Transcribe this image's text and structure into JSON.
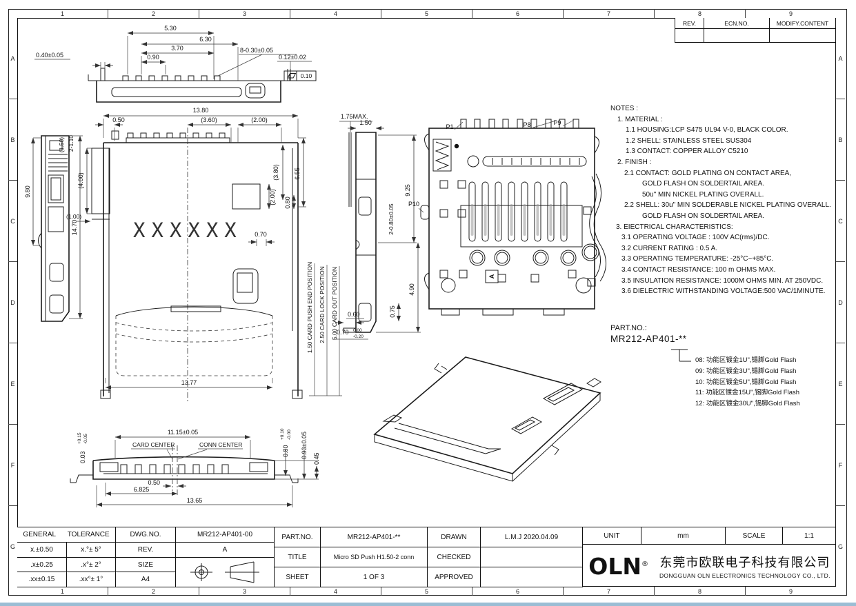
{
  "sheet": {
    "zone_cols": [
      "1",
      "2",
      "3",
      "4",
      "5",
      "6",
      "7",
      "8",
      "9"
    ],
    "zone_rows": [
      "A",
      "B",
      "C",
      "D",
      "E",
      "F",
      "G"
    ],
    "line_color": "#1c1c1c",
    "bg_color": "#ffffff",
    "accent_strip_color": "#9bbdd4"
  },
  "revision_table": {
    "col_rev": "REV.",
    "col_ecn": "ECN.NO.",
    "col_modify": "MODIFY.CONTENT"
  },
  "notes": {
    "lines": [
      {
        "t": "NOTES :",
        "i": 0
      },
      {
        "t": "1. MATERIAL :",
        "i": 10
      },
      {
        "t": "1.1 HOUSING:LCP S475 UL94 V-0, BLACK COLOR.",
        "i": 22
      },
      {
        "t": "1.2 SHELL: STAINLESS STEEL SUS304",
        "i": 22
      },
      {
        "t": "1.3 CONTACT: COPPER ALLOY C5210",
        "i": 22
      },
      {
        "t": "2. FINISH :",
        "i": 10
      },
      {
        "t": "2.1 CONTACT: GOLD PLATING ON CONTACT AREA,",
        "i": 20
      },
      {
        "t": "GOLD FLASH ON SOLDERTAIL AREA.",
        "i": 46
      },
      {
        "t": "50u\" MIN NICKEL PLATING OVERALL.",
        "i": 46
      },
      {
        "t": "2.2 SHELL: 30u\" MIN SOLDERABLE NICKEL PLATING OVERALL.",
        "i": 20
      },
      {
        "t": "GOLD FLASH ON SOLDERTAIL AREA.",
        "i": 46
      },
      {
        "t": "3. EIECTRICAL CHARACTERISTICS:",
        "i": 8
      },
      {
        "t": "3.1 OPERATING VOLTAGE : 100V AC(rms)/DC.",
        "i": 16
      },
      {
        "t": "3.2 CURRENT RATING : 0.5 A.",
        "i": 16
      },
      {
        "t": "3.3 OPERATING TEMPERATURE: -25°C~+85°C.",
        "i": 16
      },
      {
        "t": "3.4 CONTACT RESISTANCE: 100 m OHMS MAX.",
        "i": 16
      },
      {
        "t": "3.5 INSULATION RESISTANCE: 1000M OHMS MIN. AT 250VDC.",
        "i": 16
      },
      {
        "t": "3.6 DIELECTRIC WITHSTANDING VOLTAGE:500 VAC/1MINUTE.",
        "i": 16
      }
    ]
  },
  "part_block": {
    "label": "PART.NO.:",
    "part_no": "MR212-AP401-**",
    "options": [
      "08: 功能区镀金1U\",锡脚Gold Flash",
      "09: 功能区镀金3U\",锡脚Gold Flash",
      "10: 功能区镀金5U\",锡脚Gold Flash",
      "11: 功能区镀金15U\",锡脚Gold Flash",
      "12: 功能区镀金30U\",锡脚Gold Flash"
    ]
  },
  "views": {
    "top": {
      "d1": "5.30",
      "d2": "6.30",
      "d3": "3.70",
      "d4": "0.90",
      "d5": "0.40±0.05",
      "d6": "8-0.30±0.05",
      "d7": "0.12±0.02",
      "flat": "0.10"
    },
    "left": {
      "d1": "9.80",
      "d2": "14.70"
    },
    "front": {
      "d1": "13.80",
      "d2": "0.50",
      "d3": "(3.60)",
      "d4": "(2.00)",
      "d5": "(1.50)",
      "d6": "2-1.10",
      "d7": "(4.00)",
      "d8": "(1.00)",
      "d9": "(3.80)",
      "d10": "6.55",
      "d11": "(2.00)",
      "d12": "0.80",
      "d13": "0.70",
      "d14": "13.77",
      "xmark": "XXXXXX",
      "pos1": "1.50 CARD PUSH END POSITION",
      "pos2": "2.50 CARD LOCK POSITION",
      "pos3": "5.00 CARD OUT POSITION"
    },
    "section": {
      "d1": "1.75MAX.",
      "d2": "1.50",
      "d3": "9.25",
      "d4": "2-0.80±0.05",
      "d5": "0.75",
      "d6": "4.90",
      "d7": "0.60",
      "d8": "0.70",
      "d8up": "0.00",
      "d8dn": "-0.20"
    },
    "plan": {
      "p1": "P1",
      "p8": "P8",
      "p9": "P9",
      "p10": "P10",
      "a": "A"
    },
    "bottom": {
      "d1": "0.03",
      "d1up": "+0.15",
      "d1dn": "-0.05",
      "d2": "11.15±0.05",
      "c1": "CARD CENTER",
      "c2": "CONN CENTER",
      "d3": "0.80",
      "d3up": "+0.10",
      "d3dn": "-0.00",
      "d4": "0.93±0.05",
      "d5": "0.45",
      "d6": "0.50",
      "d7": "6.825",
      "d8": "13.65"
    }
  },
  "title_block": {
    "general_label": "GENERAL",
    "tolerance_label": "TOLERANCE",
    "tol_linear": [
      "x.±0.50",
      ".x±0.25",
      ".xx±0.15"
    ],
    "tol_angle": [
      "x.°± 5°",
      ".x°± 2°",
      ".xx°± 1°"
    ],
    "dwg_no_label": "DWG.NO.",
    "dwg_no": "MR212-AP401-00",
    "rev_label": "REV.",
    "rev": "A",
    "size_label": "SIZE",
    "size": "A4",
    "part_no_label": "PART.NO.",
    "part_no": "MR212-AP401-**",
    "title_label": "TITLE",
    "title": "Micro SD Push H1.50-2 conn",
    "sheet_label": "SHEET",
    "sheet": "1 OF 3",
    "drawn_label": "DRAWN",
    "drawn": "L.M.J 2020.04.09",
    "checked_label": "CHECKED",
    "checked": "",
    "approved_label": "APPROVED",
    "approved": "",
    "unit_label": "UNIT",
    "unit": "mm",
    "scale_label": "SCALE",
    "scale": "1:1",
    "company": {
      "logo": "OLN",
      "logo_reg": "®",
      "name_cn": "东莞市欧联电子科技有限公司",
      "name_en": "DONGGUAN OLN ELECTRONICS TECHNOLOGY CO., LTD."
    }
  }
}
